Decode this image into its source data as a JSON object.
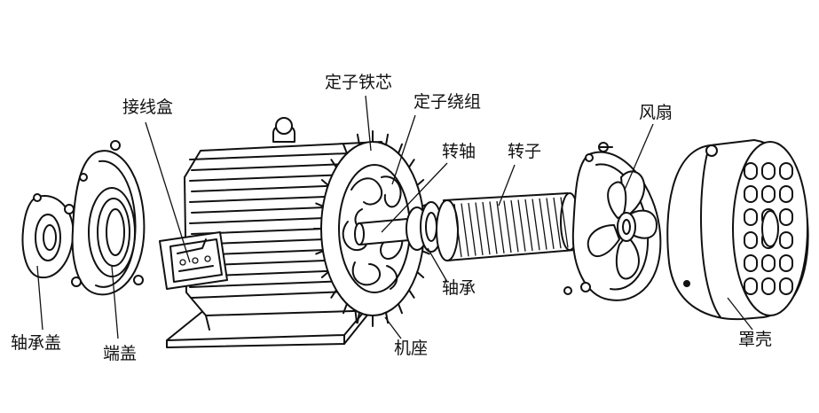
{
  "labels": {
    "bearing_cap": "轴承盖",
    "end_cover": "端盖",
    "junction_box": "接线盒",
    "stator_core": "定子铁芯",
    "stator_winding": "定子绕组",
    "shaft": "转轴",
    "rotor": "转子",
    "bearing": "轴承",
    "frame": "机座",
    "fan": "风扇",
    "fan_cover": "罩壳"
  }
}
